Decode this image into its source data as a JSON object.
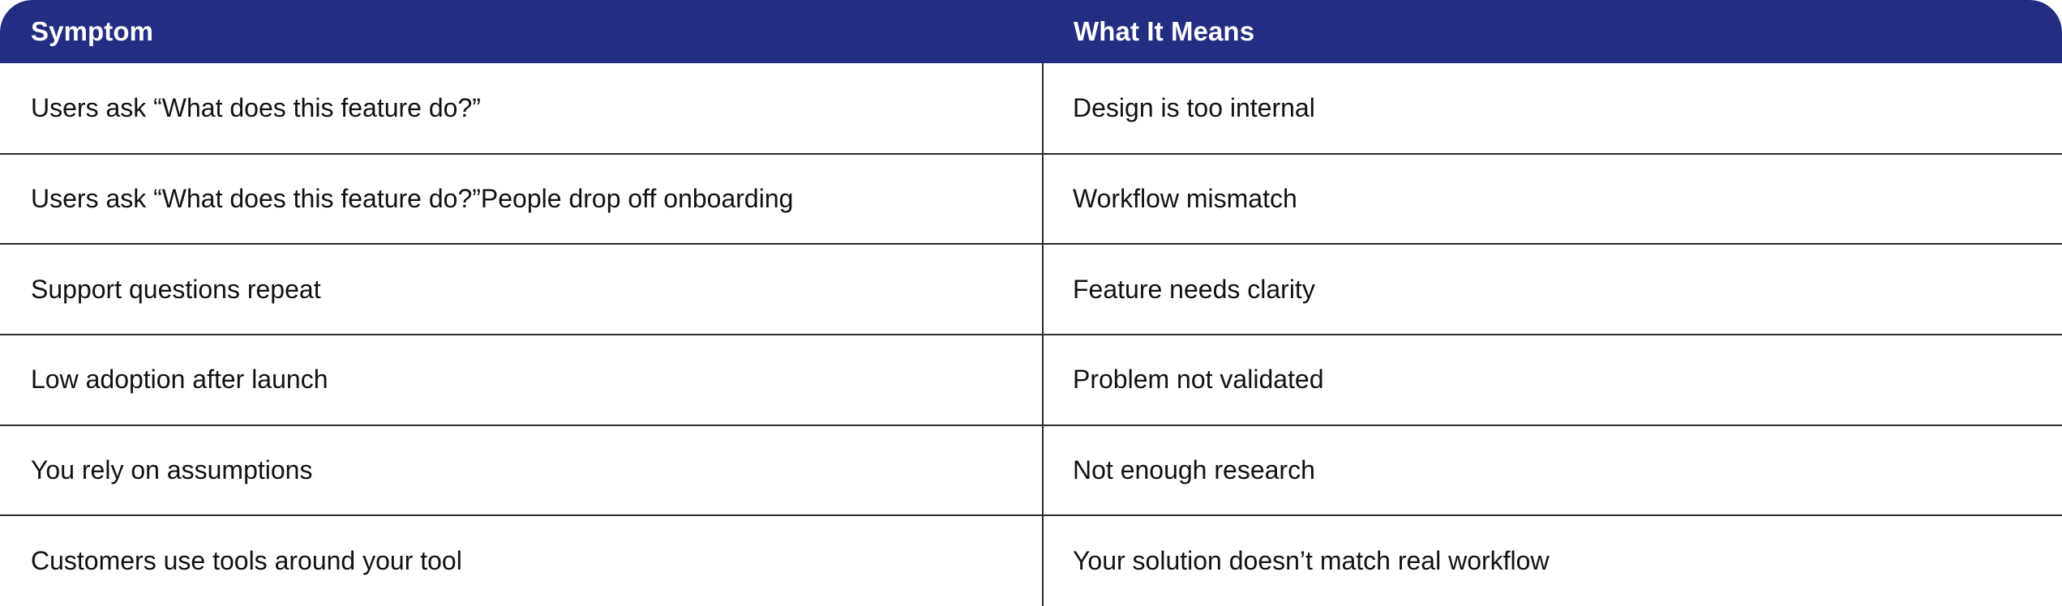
{
  "table": {
    "columns": [
      {
        "key": "symptom",
        "label": "Symptom"
      },
      {
        "key": "meaning",
        "label": "What It Means"
      }
    ],
    "header": {
      "background_color": "#232D82",
      "text_color": "#FFFFFF"
    },
    "rows": [
      {
        "symptom": "Users ask “What does this feature do?”",
        "meaning": "Design is too internal"
      },
      {
        "symptom": "Users ask “What does this feature do?”People drop off onboarding",
        "meaning": "Workflow mismatch"
      },
      {
        "symptom": "Support questions repeat",
        "meaning": "Feature needs clarity"
      },
      {
        "symptom": "Low adoption after launch",
        "meaning": "Problem not validated"
      },
      {
        "symptom": "You rely on assumptions",
        "meaning": "Not enough research"
      },
      {
        "symptom": "Customers use tools around your tool",
        "meaning": "Your solution doesn’t match real workflow"
      }
    ]
  }
}
